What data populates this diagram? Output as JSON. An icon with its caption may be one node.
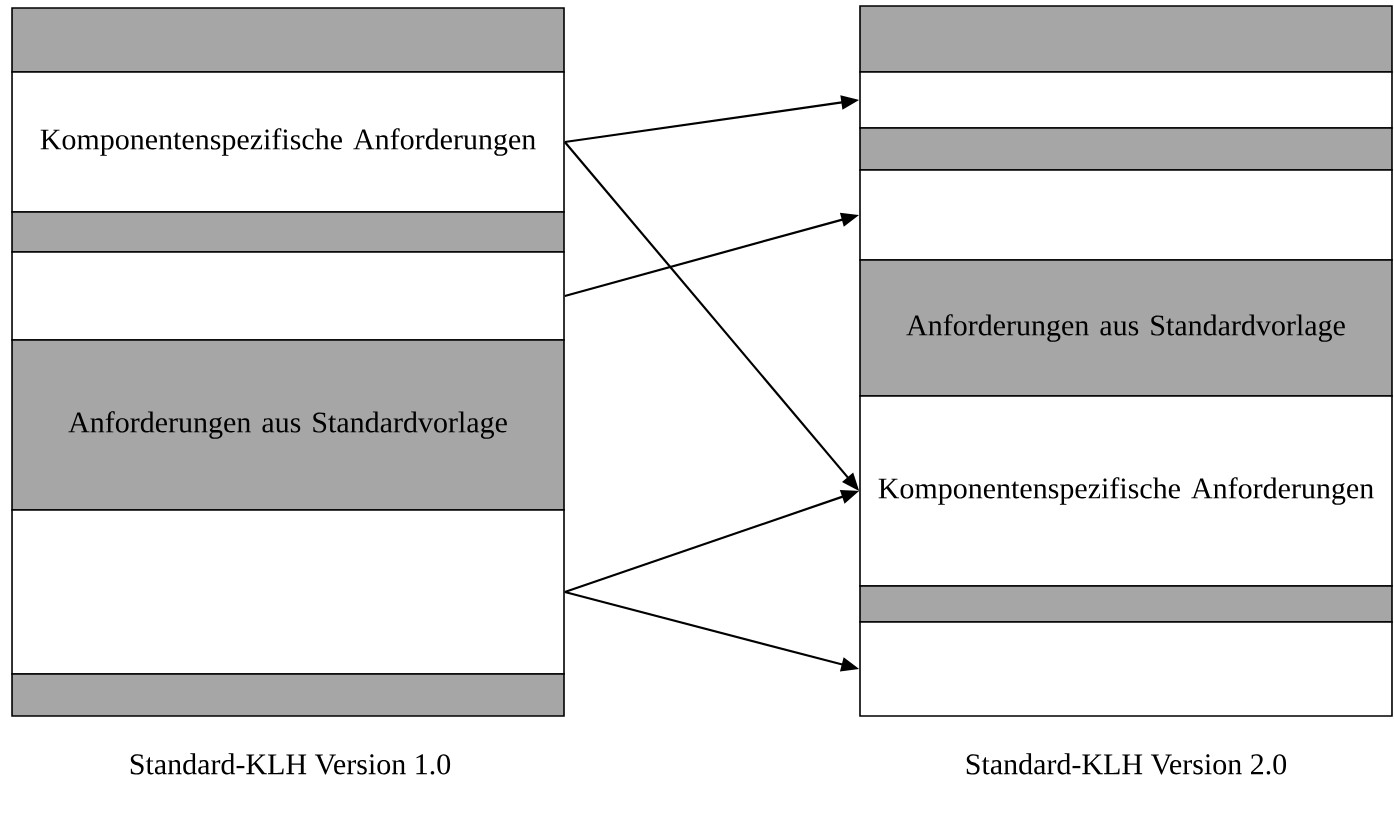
{
  "diagram": {
    "nodes": [
      {
        "text": [],
        "shape": "bar"
      },
      {
        "text": [
          "Komponentenspezifische Anforderungen"
        ]
      },
      {
        "text": [],
        "shape": "bar"
      },
      {
        "text": [],
        "shape": "box"
      },
      {
        "text": [
          "Anforderungen aus Standardvorlage"
        ]
      },
      {
        "text": [],
        "shape": "box"
      },
      {
        "text": [],
        "shape": "bar"
      },
      {
        "text": [],
        "shape": "bar"
      },
      {
        "text": [],
        "shape": "box"
      },
      {
        "text": [],
        "shape": "bar"
      },
      {
        "text": [],
        "shape": "box"
      },
      {
        "text": [
          "Anforderungen aus Standardvorlage"
        ]
      },
      {
        "text": [
          "Komponentenspezifische Anforderungen"
        ]
      },
      {
        "text": [],
        "shape": "bar"
      },
      {
        "text": [],
        "shape": "box"
      }
    ],
    "edges": [
      {
        "from": 1,
        "to": 8,
        "arrow": "to"
      },
      {
        "from": 1,
        "to": 12,
        "arrow": "to"
      },
      {
        "from": 3,
        "to": 10,
        "arrow": "to"
      },
      {
        "from": 5,
        "to": 12,
        "arrow": "to"
      },
      {
        "from": 5,
        "to": 14,
        "arrow": "to"
      }
    ],
    "labels": [
      "Standard-KLH Version 1.0",
      "Standard-KLH Version 2.0"
    ]
  }
}
